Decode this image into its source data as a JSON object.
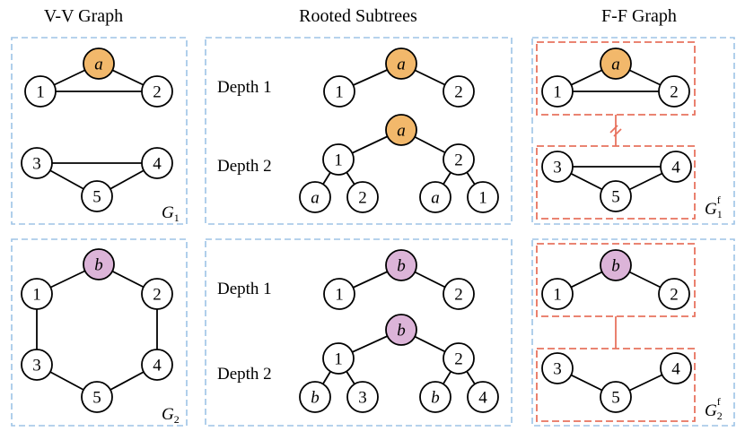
{
  "headers": {
    "vv": "V-V Graph",
    "rooted": "Rooted Subtrees",
    "ff": "F-F Graph"
  },
  "colors": {
    "orange": "#f2b86b",
    "purple": "#dcb4d8",
    "panel_border": "#9dc3e6",
    "red": "#e8735f"
  },
  "nodes": {
    "a": "a",
    "b": "b",
    "n1": "1",
    "n2": "2",
    "n3": "3",
    "n4": "4",
    "n5": "5"
  },
  "depth": {
    "d1": "Depth 1",
    "d2": "Depth 2"
  },
  "graph_labels": {
    "g": "G",
    "s1": "1",
    "s2": "2",
    "f": "f"
  }
}
